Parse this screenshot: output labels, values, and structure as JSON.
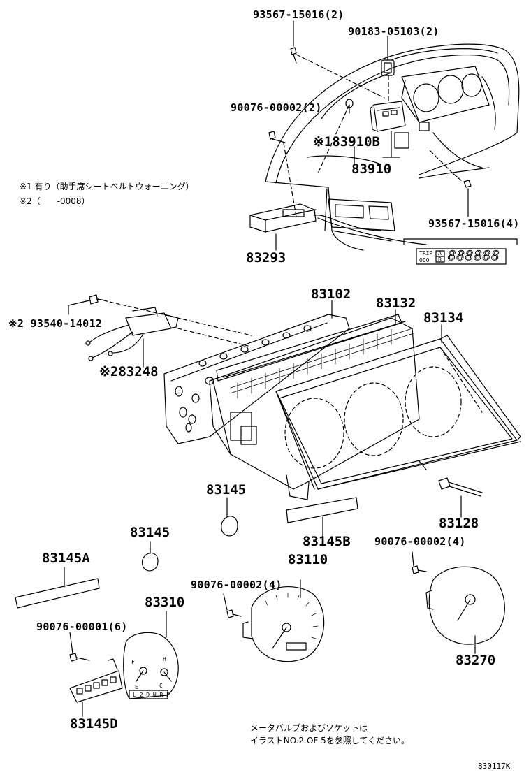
{
  "parts": {
    "p93567_top": "93567-15016(2)",
    "p90183": "90183-05103(2)",
    "p90076_top": "90076-00002(2)",
    "p83910B": "※183910B",
    "p83910": "83910",
    "p93567_right": "93567-15016(4)",
    "p83293": "83293",
    "p93540": "※2 93540-14012",
    "p83248": "※283248",
    "p83102": "83102",
    "p83132": "83132",
    "p83134": "83134",
    "p83145_a": "83145",
    "p83145_b": "83145",
    "p83145A": "83145A",
    "p83145B": "83145B",
    "p83128": "83128",
    "p90076_right": "90076-00002(4)",
    "p83110": "83110",
    "p90076_mid": "90076-00002(4)",
    "p83270": "83270",
    "p83310": "83310",
    "p90076_left": "90076-00001(6)",
    "p83145D": "83145D"
  },
  "notes": {
    "note1": "※1 有り（助手席シートベルトウォーニング）",
    "note2": "※2（　　-0008）",
    "footer_line1": "メータバルブおよびソケットは",
    "footer_line2": "イラストNO.2 OF 5を参照してください。",
    "figure_ref": "830117K"
  },
  "display": {
    "trip": "TRIP",
    "odo": "ODO",
    "a": "A",
    "b": "B",
    "digits": "888888"
  },
  "gauge": {
    "markings": "L 2 D N R P",
    "fuel_f": "F",
    "fuel_e": "E",
    "temp_h": "H",
    "temp_c": "C"
  }
}
